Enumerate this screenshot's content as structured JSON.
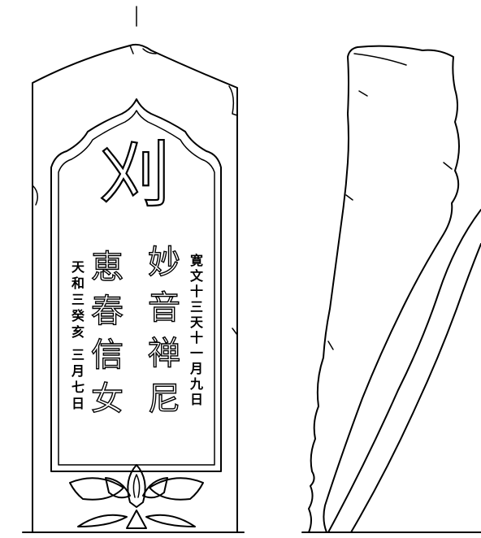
{
  "stele": {
    "seed_syllable": "刈",
    "right_main": "妙音禅尼",
    "right_date": "寛文十三天十一月九日",
    "left_main": "恵春信女",
    "left_date_line1": "天和三癸亥",
    "left_date_line2": "三月七日"
  }
}
